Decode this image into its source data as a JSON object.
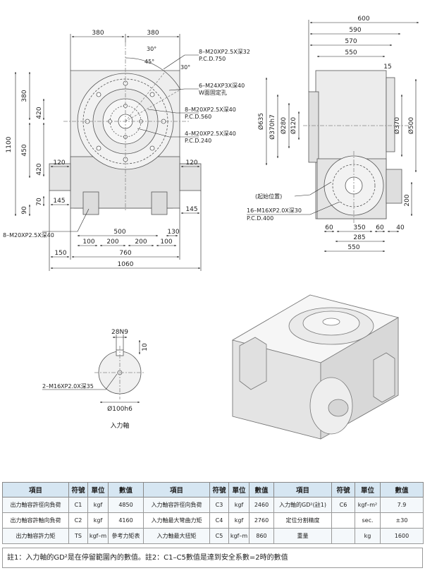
{
  "front_view": {
    "dims_top": [
      "380",
      "380"
    ],
    "angles": [
      "30°",
      "45°",
      "30°"
    ],
    "callouts": [
      {
        "line1": "8–M20XP2.5X深32",
        "line2": "P.C.D.750"
      },
      {
        "line1": "6–M24XP3X深40",
        "line2": "W面固定孔"
      },
      {
        "line1": "8–M20XP2.5X深40",
        "line2": "P.C.D.560"
      },
      {
        "line1": "4–M20XP2.5X深40",
        "line2": "P.C.D.240"
      }
    ],
    "dim_overall_height": "1100",
    "dims_left_outer": [
      "380",
      "450",
      "90"
    ],
    "dims_left_inner": [
      "420",
      "420",
      "70"
    ],
    "dim_120": "120",
    "dim_145_left": "145",
    "dim_145_right": "145",
    "dim_120_right": "120",
    "bottom_callout": "8–M20XP2.5X深40",
    "dim_500": "500",
    "dim_130": "130",
    "dims_bottom_small": [
      "100",
      "200",
      "200",
      "100"
    ],
    "dim_150": "150",
    "dim_760": "760",
    "dim_1060": "1060"
  },
  "side_view": {
    "dims_top": [
      "600",
      "590",
      "570",
      "550"
    ],
    "dim_15": "15",
    "dims_dia": [
      "Ø635",
      "Ø370h7",
      "Ø280",
      "Ø120",
      "Ø370",
      "Ø500"
    ],
    "start_label": "(起始位置)",
    "callout_line1": "16–M16XP2.0X深30",
    "callout_line2": "P.C.D.400",
    "dim_200": "200",
    "dims_bottom": [
      "60",
      "350",
      "60",
      "40"
    ],
    "dim_285": "285",
    "dim_550": "550"
  },
  "shaft": {
    "key_width": "28N9",
    "key_depth": "10",
    "tap_note": "2–M16XP2.0X深35",
    "diameter": "Ø100h6",
    "caption": "入力軸"
  },
  "table": {
    "headers": [
      "項目",
      "符號",
      "單位",
      "數值",
      "項目",
      "符號",
      "單位",
      "數值",
      "項目",
      "符號",
      "單位",
      "數值"
    ],
    "rows": [
      [
        "出力軸容許徑向負荷",
        "C1",
        "kgf",
        "4850",
        "入力軸容許徑向負荷",
        "C3",
        "kgf",
        "2460",
        "入力軸的GD²(註1)",
        "C6",
        "kgf–m²",
        "7.9"
      ],
      [
        "出力軸容許軸向負荷",
        "C2",
        "kgf",
        "4160",
        "入力軸最大彎曲力矩",
        "C4",
        "kgf",
        "2760",
        "定位分割精度",
        "",
        "sec.",
        "±30"
      ],
      [
        "出力軸容許力矩",
        "TS",
        "kgf–m",
        "參考力矩表",
        "入力軸最大扭矩",
        "C5",
        "kgf–m",
        "860",
        "重量",
        "",
        "kg",
        "1600"
      ]
    ]
  },
  "footnote": "註1：入力軸的GD²是在停留範圍內的數值。註2：C1–C5數值是達到安全系數=2時的數值"
}
